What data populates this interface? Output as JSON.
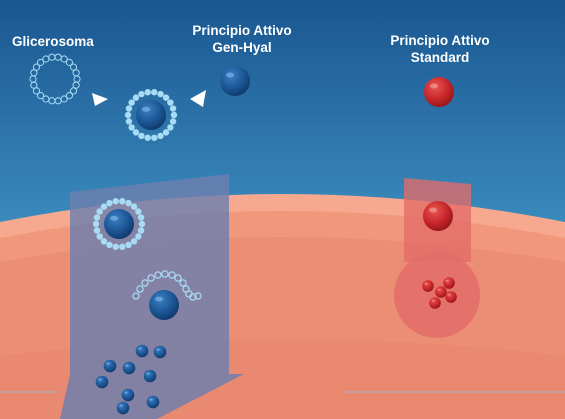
{
  "labels": {
    "glicerosoma": "Glicerosoma",
    "gen_hyal_line1": "Principio Attivo",
    "gen_hyal_line2": "Gen-Hyal",
    "standard_line1": "Principio Attivo",
    "standard_line2": "Standard"
  },
  "colors": {
    "sky_top": "#1a5690",
    "sky_bottom": "#56b8e6",
    "skin_light": "#f6a98f",
    "skin_dark": "#ea8b70",
    "gen_hyal_molecule": "#1d5796",
    "standard_molecule": "#c9272b",
    "glicerosoma_dots": "#a8dcf5",
    "gen_hyal_arrow": "#6d7fae",
    "standard_arrow": "#e36c68"
  },
  "icons": {
    "merge_arrow": "triangle-pointer"
  }
}
